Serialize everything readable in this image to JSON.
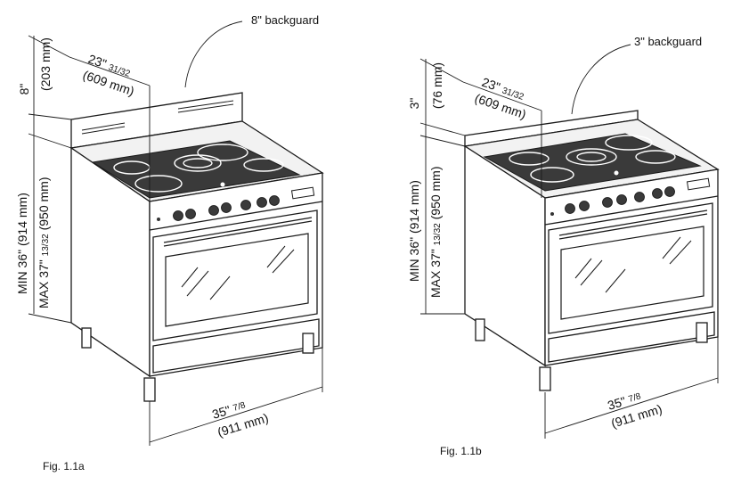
{
  "figure_a": {
    "caption": "Fig. 1.1a",
    "backguard_label": "8\" backguard",
    "backguard_height": "8\"",
    "backguard_height_mm": "(203 mm)",
    "depth_whole": "23\"",
    "depth_fraction": "31/32",
    "depth_mm": "(609 mm)",
    "min_height": "MIN 36\"",
    "min_height_mm": "(914 mm)",
    "max_height": "MAX 37\"",
    "max_height_fraction": "13/32",
    "max_height_mm": "(950 mm)",
    "width_whole": "35\"",
    "width_fraction": "7/8",
    "width_mm": "(911 mm)"
  },
  "figure_b": {
    "caption": "Fig. 1.1b",
    "backguard_label": "3\" backguard",
    "backguard_height": "3\"",
    "backguard_height_mm": "(76 mm)",
    "depth_whole": "23\"",
    "depth_fraction": "31/32",
    "depth_mm": "(609 mm)",
    "min_height": "MIN 36\"",
    "min_height_mm": "(914 mm)",
    "max_height": "MAX 37\"",
    "max_height_fraction": "13/32",
    "max_height_mm": "(950 mm)",
    "width_whole": "35\"",
    "width_fraction": "7/8",
    "width_mm": "(911 mm)"
  }
}
